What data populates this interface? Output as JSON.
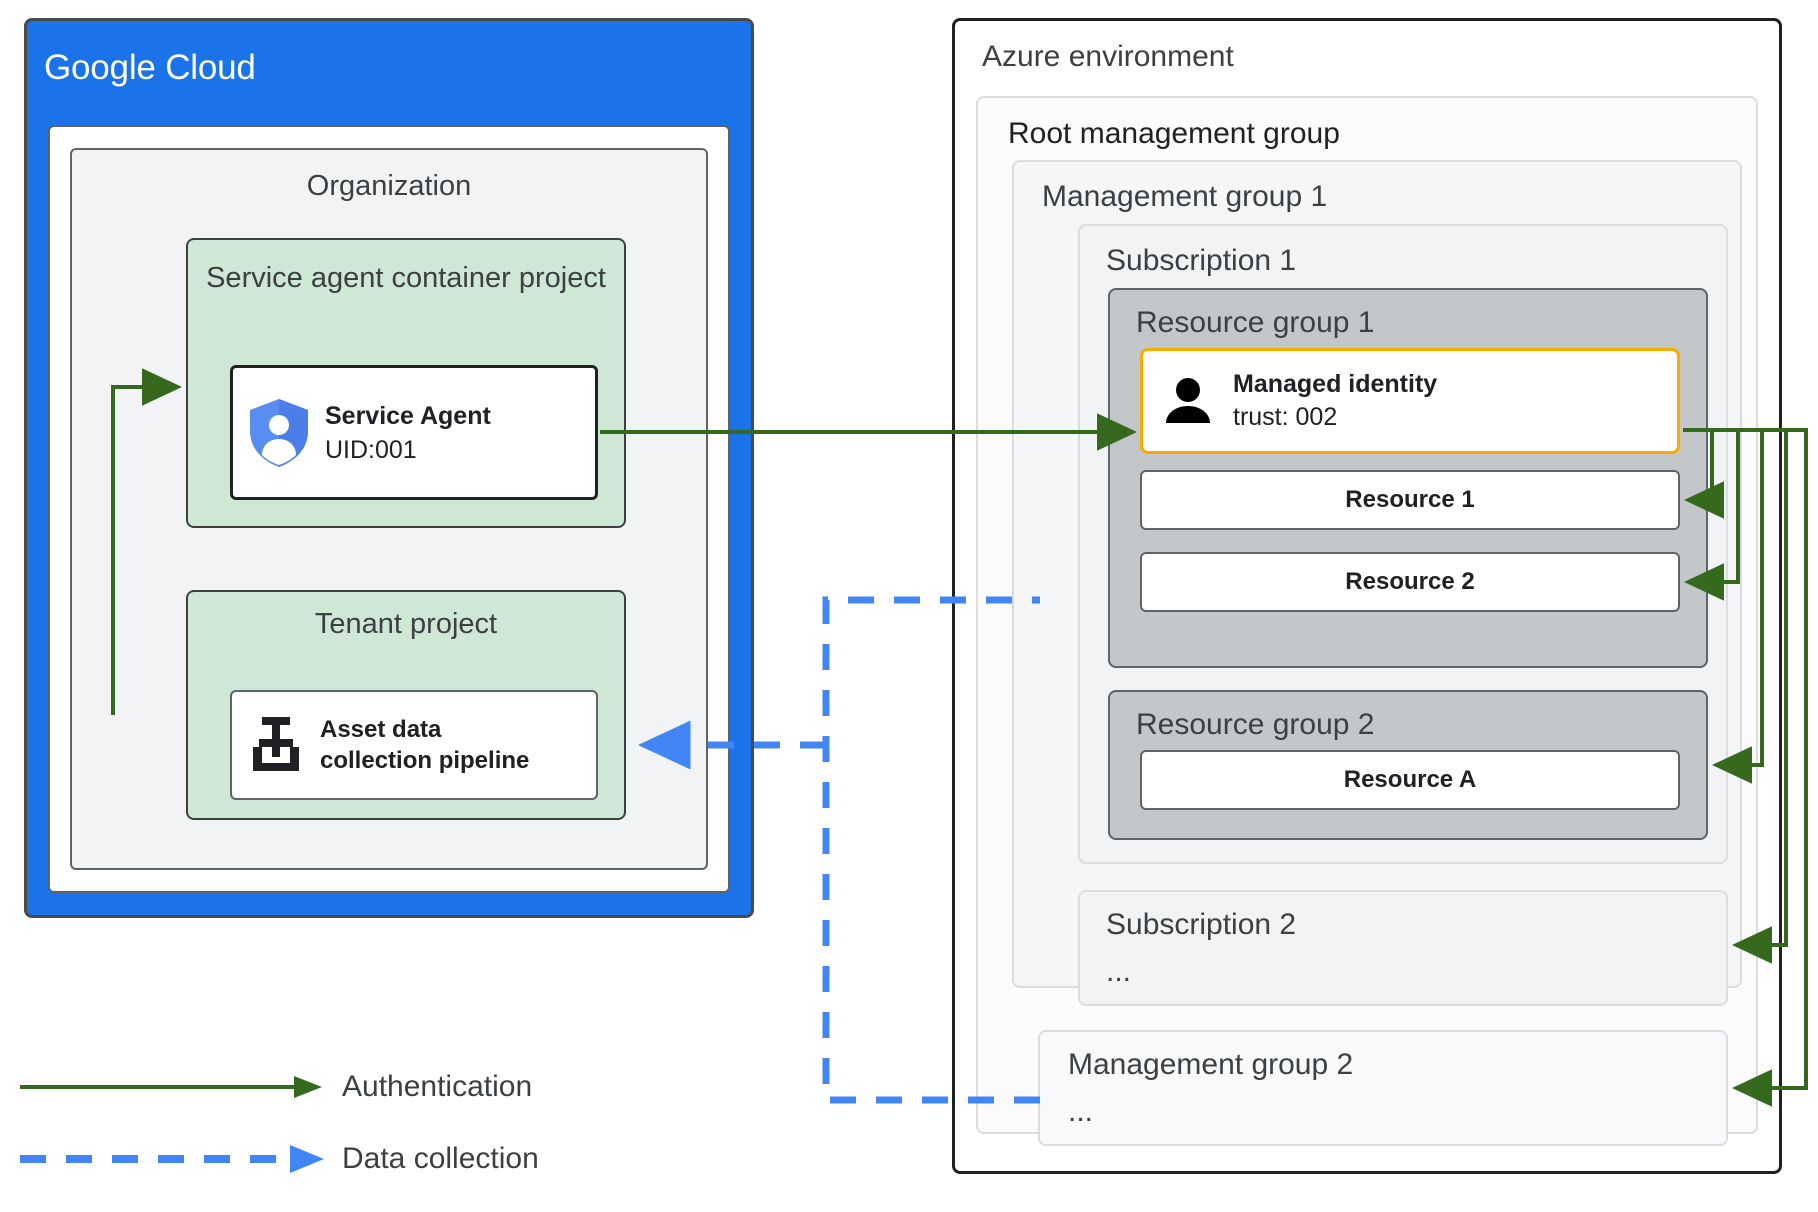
{
  "google_cloud": {
    "logo_bold": "Google",
    "logo_light": " Cloud",
    "organization": "Organization",
    "service_agent_container": {
      "title": "Service agent container project",
      "card": {
        "name": "Service Agent",
        "uid": "UID:001",
        "icon": "shield-person-icon"
      }
    },
    "tenant_project": {
      "title": "Tenant  project",
      "card": {
        "line1": "Asset data",
        "line2": "collection pipeline",
        "icon": "pipeline-valve-icon"
      }
    }
  },
  "azure": {
    "title": "Azure environment",
    "root_management_group": "Root management group",
    "management_group_1": "Management group 1",
    "subscription_1": "Subscription 1",
    "resource_group_1": {
      "title": "Resource group 1",
      "managed_identity": {
        "name": "Managed identity",
        "trust": "trust: 002",
        "icon": "person-icon"
      },
      "resources": [
        "Resource 1",
        "Resource 2"
      ]
    },
    "resource_group_2": {
      "title": "Resource group 2",
      "resources": [
        "Resource A"
      ]
    },
    "subscription_2": {
      "title": "Subscription 2",
      "ellipsis": "..."
    },
    "management_group_2": {
      "title": "Management group 2",
      "ellipsis": "..."
    }
  },
  "legend": {
    "items": [
      {
        "label": "Authentication",
        "style": "solid",
        "color": "#34691e"
      },
      {
        "label": "Data collection",
        "style": "dashed",
        "color": "#4285f4"
      }
    ]
  },
  "colors": {
    "google_blue": "#1a73e8",
    "project_green": "#cee8d5",
    "resource_group_gray": "#c4c7c9",
    "managed_identity_border": "#f9ab00",
    "auth_arrow": "#34691e",
    "data_arrow": "#4285f4"
  }
}
